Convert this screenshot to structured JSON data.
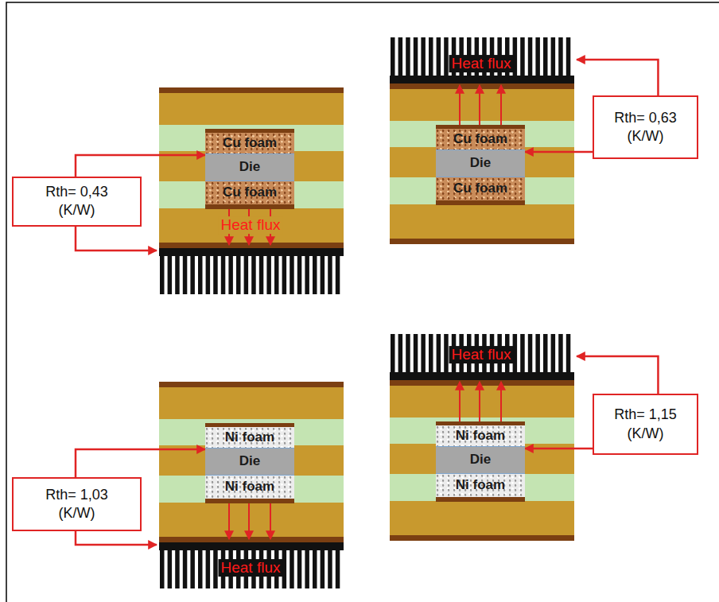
{
  "diagram": {
    "nodes": [
      {
        "text": [
          "Cu foam"
        ]
      },
      {
        "text": [
          "Die"
        ]
      },
      {
        "text": [
          "Cu foam"
        ]
      },
      {
        "text": [
          "Rth= 0,43 (K/W)"
        ]
      },
      {
        "text": [
          "Cu foam"
        ]
      },
      {
        "text": [
          "Die"
        ]
      },
      {
        "text": [
          "Cu foam"
        ]
      },
      {
        "text": [
          "Rth= 0,63 (K/W)"
        ]
      },
      {
        "text": [
          "Ni foam"
        ]
      },
      {
        "text": [
          "Die"
        ]
      },
      {
        "text": [
          "Ni foam"
        ]
      },
      {
        "text": [
          "Rth= 1,03 (K/W)"
        ]
      },
      {
        "text": [
          "Ni foam"
        ]
      },
      {
        "text": [
          "Die"
        ]
      },
      {
        "text": [
          "Ni foam"
        ]
      },
      {
        "text": [
          "Rth= 1,15 (K/W)"
        ]
      }
    ],
    "edges": [
      {
        "from": 3,
        "to": 1,
        "arrow": "to"
      },
      {
        "from": 7,
        "to": 5,
        "arrow": "to"
      },
      {
        "from": 11,
        "to": 9,
        "arrow": "to"
      },
      {
        "from": 15,
        "to": 13,
        "arrow": "to"
      }
    ],
    "labels": [
      "Heat flux",
      "Heat flux",
      "Heat flux",
      "Heat flux"
    ]
  }
}
